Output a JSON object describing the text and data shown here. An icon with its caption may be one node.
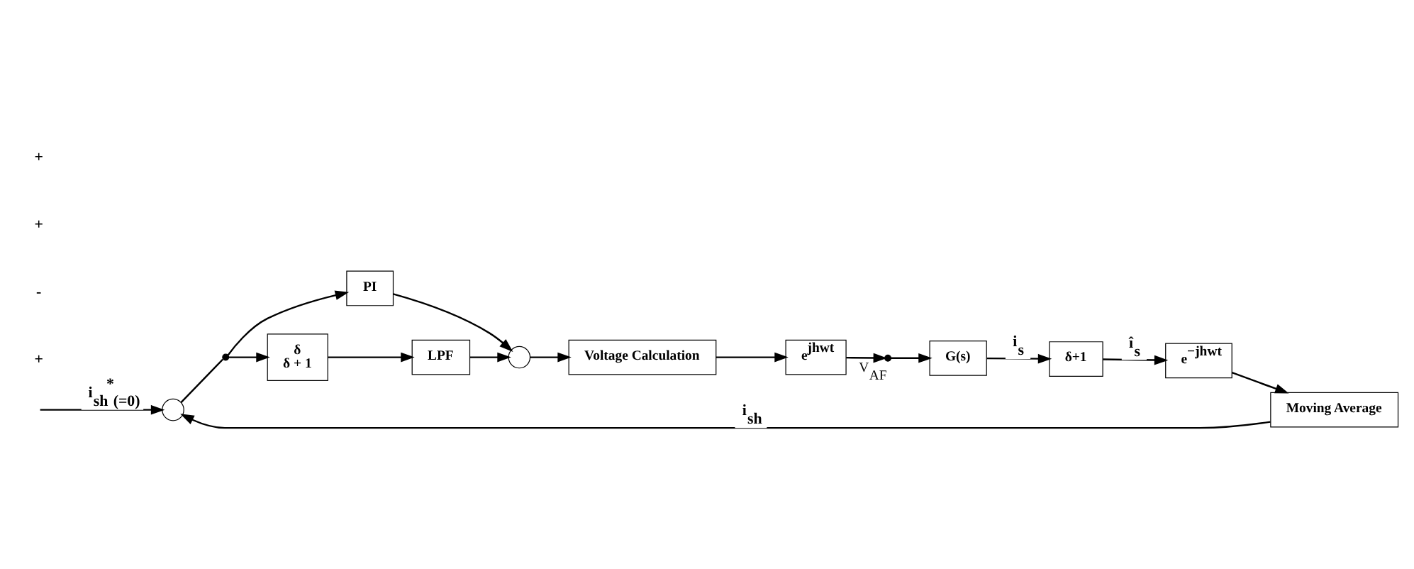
{
  "diagram": {
    "nodes": [
      {
        "text": [],
        "shape": "circle"
      },
      {
        "text": [],
        "shape": "dot"
      },
      {
        "text": [
          "PI"
        ]
      },
      {
        "text": [],
        "shape": "circle"
      },
      {
        "text": [
          "Voltage Calculation"
        ]
      },
      {
        "text": [
          "e$^{jhwt}$"
        ]
      },
      {
        "text": [],
        "shape": "dot",
        "beside": [
          "V$_{AF}$"
        ]
      },
      {
        "text": [
          "δ",
          "δ + 1"
        ]
      },
      {
        "text": [
          "LPF"
        ]
      },
      {
        "text": [
          "Moving Average"
        ]
      },
      {
        "text": [
          "e$^{−jhwt}$"
        ]
      },
      {
        "text": [
          "δ+1"
        ]
      },
      {
        "text": [
          "G(s)"
        ]
      }
    ],
    "edges": [
      {
        "from": null,
        "to": 0,
        "arrow": "to",
        "label": "i$_{sh}$$^{*}$$_{(=0)}$"
      },
      {
        "from": 0,
        "to": 1,
        "arrow": "none"
      },
      {
        "from": 1,
        "to": 2,
        "arrow": "to"
      },
      {
        "from": 1,
        "to": 7,
        "arrow": "to"
      },
      {
        "from": 2,
        "to": 3,
        "arrow": "to"
      },
      {
        "from": 7,
        "to": 8,
        "arrow": "to"
      },
      {
        "from": 8,
        "to": 3,
        "arrow": "to"
      },
      {
        "from": 3,
        "to": 4,
        "arrow": "to"
      },
      {
        "from": 4,
        "to": 5,
        "arrow": "to"
      },
      {
        "from": 5,
        "to": 6,
        "arrow": "to"
      },
      {
        "from": 6,
        "to": 12,
        "arrow": "to"
      },
      {
        "from": 12,
        "to": 11,
        "arrow": "to",
        "label": "i$_{s}$"
      },
      {
        "from": 11,
        "to": 10,
        "arrow": "to",
        "label": "î$_{s}$"
      },
      {
        "from": 10,
        "to": 9,
        "arrow": "to"
      },
      {
        "from": 9,
        "to": 0,
        "arrow": "to",
        "label": "i$_{sh}$"
      }
    ],
    "labels": [
      "+",
      "-",
      "+",
      "+"
    ]
  }
}
